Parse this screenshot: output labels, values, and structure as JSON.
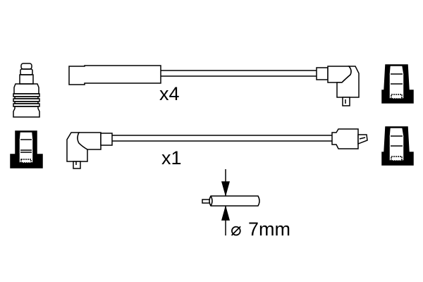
{
  "diagram": {
    "type": "ignition-cable-set",
    "labels": {
      "quantity_top": "x4",
      "quantity_bottom": "x1",
      "diameter_symbol": "⌀",
      "diameter_value": "7mm"
    },
    "colors": {
      "line": "#000000",
      "background": "#ffffff",
      "fill": "#000000"
    }
  }
}
